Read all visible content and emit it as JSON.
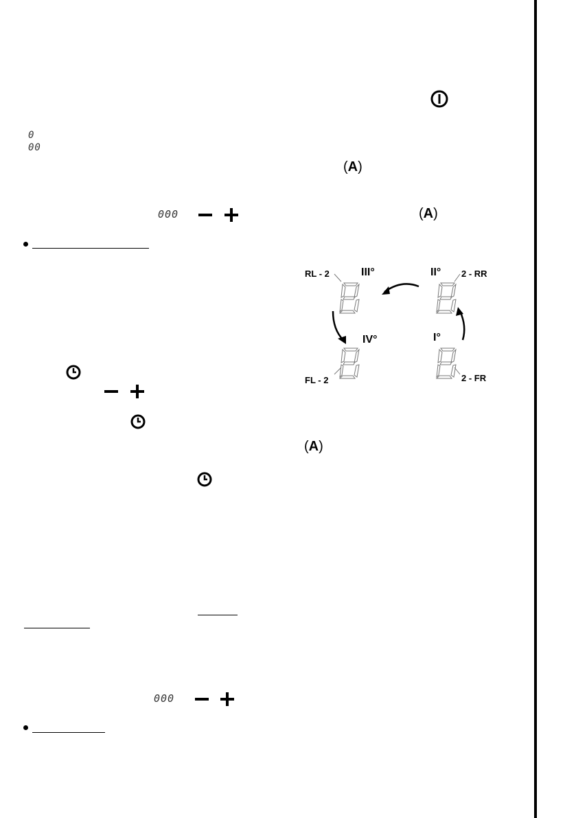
{
  "seg_single": "0",
  "seg_double": "00",
  "seg_triple_top": "000",
  "seg_triple_bottom": "000",
  "auto_symbol": "A",
  "diagram": {
    "label_rl": "RL - 2",
    "label_rr": "2 - RR",
    "label_fl": "FL - 2",
    "label_fr": "2 - FR",
    "label_iii": "III°",
    "label_ii": "II°",
    "label_iv": "IV°",
    "label_i": "I°"
  },
  "icons": [
    "power-icon",
    "auto-icon",
    "minus-icon",
    "plus-icon",
    "timer-icon",
    "seven-segment-icon",
    "arrow-icon"
  ]
}
